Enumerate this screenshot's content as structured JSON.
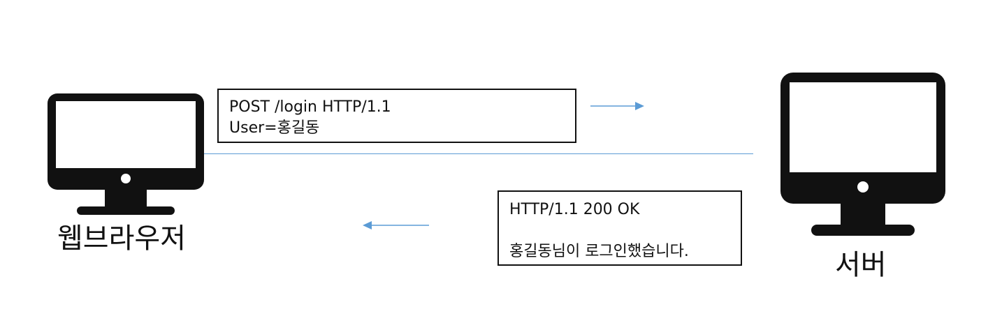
{
  "client": {
    "label": "웹브라우저",
    "icon": "monitor-icon"
  },
  "server": {
    "label": "서버",
    "icon": "monitor-icon"
  },
  "request": {
    "line1": "POST /login HTTP/1.1",
    "line2": "User=홍길동",
    "direction": "client-to-server"
  },
  "response": {
    "line1": "HTTP/1.1 200 OK",
    "line2": "홍길동님이 로그인했습니다.",
    "direction": "server-to-client"
  },
  "colors": {
    "connection": "#5b9bd5",
    "arrow": "#5b9bd5",
    "device": "#111111"
  }
}
